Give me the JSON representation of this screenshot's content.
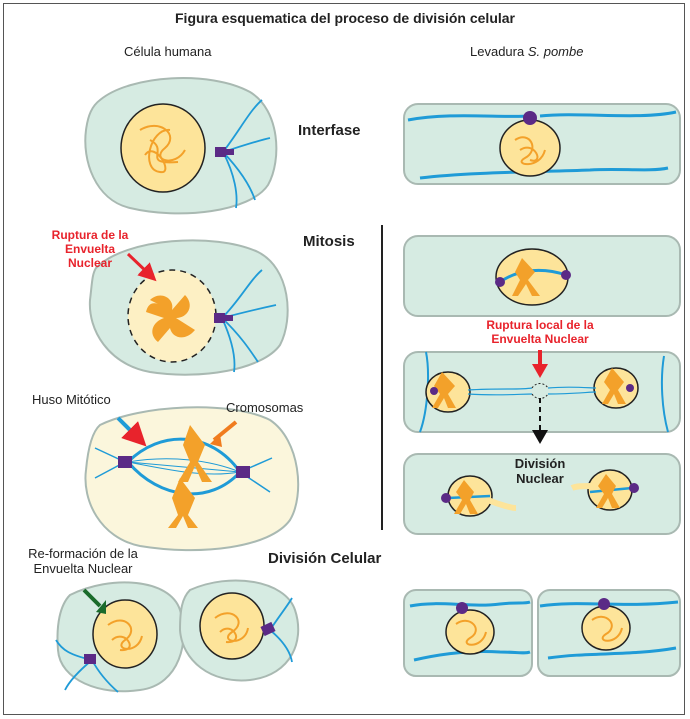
{
  "figure": {
    "title": "Figura esquematica del proceso de división celular",
    "columns": {
      "human": "Célula humana",
      "yeast_prefix": "Levadura ",
      "yeast_species": "S. pombe"
    },
    "stages": {
      "interphase": "Interfase",
      "mitosis": "Mitosis",
      "cell_division": "División Celular"
    },
    "annotations": {
      "envelope_rupture_1": "Ruptura de la",
      "envelope_rupture_2": "Envuelta",
      "envelope_rupture_3": "Nuclear",
      "spindle": "Huso Mitótico",
      "chromosomes": "Cromosomas",
      "reformation_1": "Re-formación de la",
      "reformation_2": "Envuelta Nuclear",
      "local_rupture_1": "Ruptura local de la",
      "local_rupture_2": "Envuelta Nuclear",
      "nuclear_division_1": "División",
      "nuclear_division_2": "Nuclear"
    },
    "colors": {
      "cytoplasm": "#d6ebe2",
      "cytoplasm_light": "#fbf6dc",
      "nucleus": "#fde49a",
      "nucleus_light": "#fdf0c4",
      "chromatin": "#f3a12a",
      "microtubule": "#1f9bd7",
      "spb": "#5b2a86",
      "red_arrow": "#e8232c",
      "blue_arrow": "#1f9bd7",
      "orange_arrow": "#f07c1e",
      "green_arrow": "#1a6b2b"
    }
  }
}
